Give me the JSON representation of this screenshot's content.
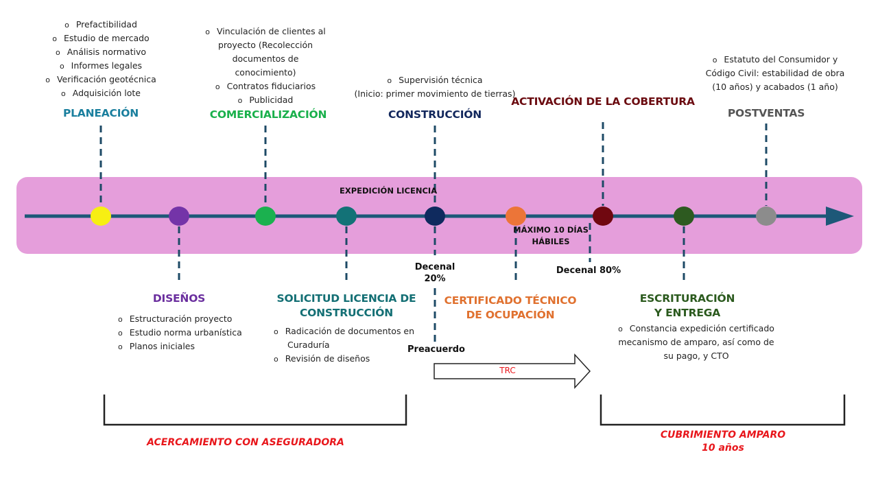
{
  "stages": {
    "planeacion": {
      "title": "PLANEACIÓN",
      "color": "#1a7f9e",
      "items": [
        "Prefactibilidad",
        "Estudio de mercado",
        "Análisis normativo",
        "Informes legales",
        "Verificación geotécnica",
        "Adquisición lote"
      ]
    },
    "disenos": {
      "title": "DISEÑOS",
      "color": "#6a2e9e",
      "items": [
        "Estructuración proyecto",
        "Estudio norma urbanística",
        "Planos iniciales"
      ]
    },
    "comercializacion": {
      "title": "COMERCIALIZACIÓN",
      "color": "#19b04b",
      "items": [
        "Vinculación de clientes al",
        "proyecto (Recolección",
        "documentos de",
        "conocimiento)",
        "Contratos fiduciarios",
        "Publicidad"
      ]
    },
    "solicitud": {
      "title_line1": "SOLICITUD LICENCIA DE",
      "title_line2": "CONSTRUCCIÓN",
      "color": "#136f74",
      "items": [
        "Radicación de documentos en",
        "Curaduría",
        "Revisión de diseños"
      ]
    },
    "construccion": {
      "title": "CONSTRUCCIÓN",
      "color": "#12275c",
      "items": [
        "Supervisión técnica",
        "(Inicio: primer movimiento de tierras)"
      ]
    },
    "certificado": {
      "title_line1": "CERTIFICADO TÉCNICO",
      "title_line2": "DE OCUPACIÓN",
      "color": "#e0712f"
    },
    "activacion": {
      "title": "ACTIVACIÓN DE LA COBERTURA",
      "color": "#6b0b10"
    },
    "escrituracion": {
      "title_line1": "ESCRITURACIÓN",
      "title_line2": "Y ENTREGA",
      "color": "#2b5a1e",
      "items": [
        "Constancia expedición certificado",
        "mecanismo de amparo, así como de",
        "su pago, y CTO"
      ]
    },
    "postventas": {
      "title": "POSTVENTAS",
      "color": "#555555",
      "items": [
        "Estatuto del Consumidor y",
        "Código Civil: estabilidad de obra",
        "(10 años) y acabados (1 año)"
      ]
    }
  },
  "nodes": {
    "planeacion": "#f7ef13",
    "disenos": "#7434a8",
    "comercializacion": "#1bb14f",
    "solicitud": "#137277",
    "construccion": "#0f2a5e",
    "certificado": "#ec7538",
    "activacion": "#700810",
    "escrituracion": "#2d5a20",
    "postventas": "#8c8c8c"
  },
  "labels": {
    "expedicion": "EXPEDICIÓN LICENCIA",
    "maximo_line1": "MÁXIMO 10 DÍAS",
    "maximo_line2": "HÁBILES",
    "decenal20_line1": "Decenal",
    "decenal20_line2": "20%",
    "decenal80": "Decenal 80%",
    "preacuerdo": "Preacuerdo",
    "trc": "TRC"
  },
  "brackets": {
    "acercamiento": "ACERCAMIENTO CON ASEGURADORA",
    "cubrimiento_line1": "CUBRIMIENTO AMPARO",
    "cubrimiento_line2": "10 años"
  },
  "colors": {
    "band": "#e59edb",
    "timeline": "#1d5878",
    "dash": "#1d4a66",
    "accent_red": "#e8161b"
  }
}
